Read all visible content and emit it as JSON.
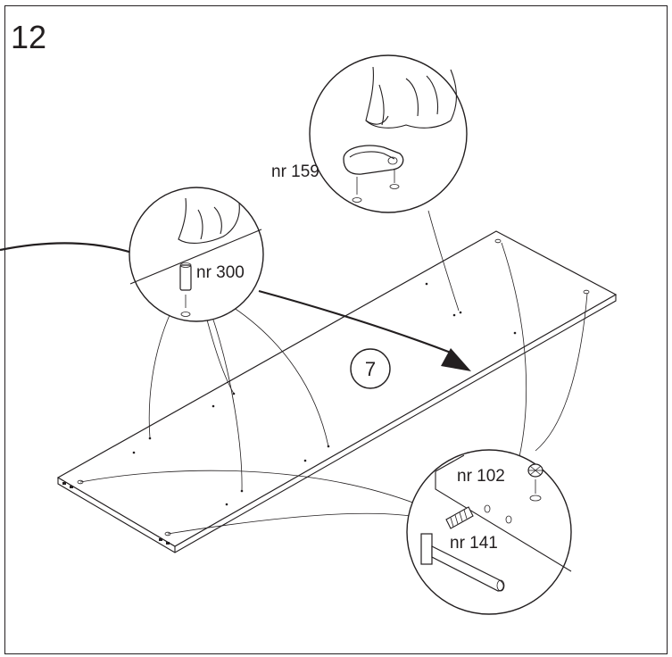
{
  "step_number": "12",
  "panel_number": "7",
  "parts": {
    "p159": "nr 159",
    "p300": "nr 300",
    "p102": "nr 102",
    "p141": "nr 141"
  },
  "colors": {
    "ink": "#231f20",
    "background": "#ffffff"
  },
  "icons": [
    "hand-icon",
    "cam-lock-icon",
    "dowel-icon",
    "screw-icon",
    "bolt-icon",
    "direction-arrow-icon"
  ]
}
